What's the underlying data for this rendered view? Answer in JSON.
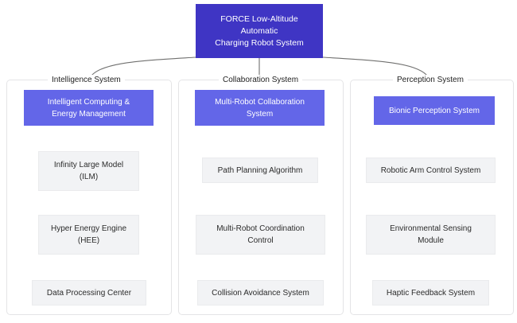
{
  "root": {
    "lines": [
      "FORCE Low-Altitude",
      "Automatic",
      "Charging Robot System"
    ],
    "color": "#3f35c4",
    "text_color": "#ffffff"
  },
  "theme": {
    "background": "#ffffff",
    "primary_node_color": "#6366e8",
    "secondary_node_color": "#f2f3f5",
    "secondary_node_border": "#eaebed",
    "panel_border": "#e4e4e6",
    "edge_color": "#70706f",
    "title_color": "#1f1f1f"
  },
  "groups": [
    {
      "title": "Intelligence System",
      "nodes": [
        {
          "kind": "primary",
          "lines": [
            "Intelligent Computing &",
            "Energy Management"
          ]
        },
        {
          "kind": "secondary",
          "lines": [
            "Infinity Large Model",
            "(ILM)"
          ]
        },
        {
          "kind": "secondary",
          "lines": [
            "Hyper Energy Engine",
            "(HEE)"
          ]
        },
        {
          "kind": "secondary",
          "lines": [
            "Data Processing Center"
          ]
        }
      ]
    },
    {
      "title": "Collaboration System",
      "nodes": [
        {
          "kind": "primary",
          "lines": [
            "Multi-Robot Collaboration",
            "System"
          ]
        },
        {
          "kind": "secondary",
          "lines": [
            "Path Planning Algorithm"
          ]
        },
        {
          "kind": "secondary",
          "lines": [
            "Multi-Robot Coordination",
            "Control"
          ]
        },
        {
          "kind": "secondary",
          "lines": [
            "Collision Avoidance System"
          ]
        }
      ]
    },
    {
      "title": "Perception System",
      "nodes": [
        {
          "kind": "primary",
          "lines": [
            "Bionic Perception System"
          ]
        },
        {
          "kind": "secondary",
          "lines": [
            "Robotic Arm Control System"
          ]
        },
        {
          "kind": "secondary",
          "lines": [
            "Environmental Sensing",
            "Module"
          ]
        },
        {
          "kind": "secondary",
          "lines": [
            "Haptic Feedback System"
          ]
        }
      ]
    }
  ]
}
